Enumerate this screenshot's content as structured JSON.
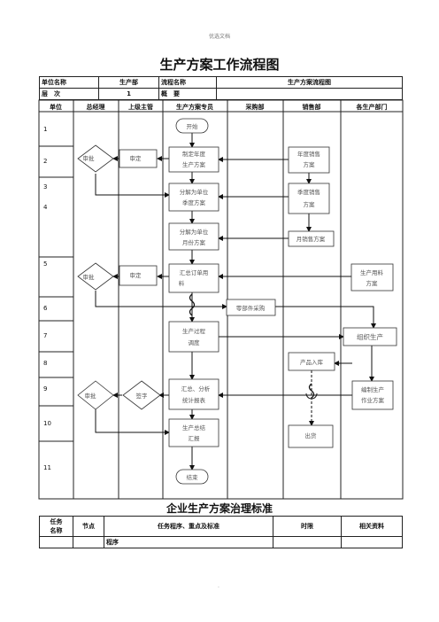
{
  "watermark": "优选文档",
  "title": "生产方案工作流程图",
  "header": {
    "unit_label": "单位名称",
    "unit_value": "生产部",
    "process_label": "流程名称",
    "process_value": "生产方案流程图",
    "level_label": "层　次",
    "level_value": "1",
    "overview_label": "概　要"
  },
  "columns": [
    "单位",
    "总经理",
    "上级主管",
    "生产方案专员",
    "采购部",
    "销售部",
    "各生产部门"
  ],
  "rows": [
    "1",
    "2",
    "3",
    "4",
    "5",
    "6",
    "7",
    "8",
    "9",
    "10",
    "11"
  ],
  "nodes": {
    "start": "开始",
    "approve1": "审批",
    "review1": "审定",
    "annual_plan_l1": "制定年度",
    "annual_plan_l2": "生产方案",
    "annual_sales_l1": "年度销售",
    "annual_sales_l2": "方案",
    "quarter_split_l1": "分解为单位",
    "quarter_split_l2": "季度方案",
    "quarter_sales_l1": "季度销售",
    "quarter_sales_l2": "方案",
    "month_split_l1": "分解为单位",
    "month_split_l2": "月份方案",
    "month_sales": "月销售方案",
    "approve2": "审批",
    "review2": "审定",
    "summary_l1": "汇总订单用",
    "summary_l2": "料",
    "prod_material_l1": "生产用料",
    "prod_material_l2": "方案",
    "parts_purchase": "零部件采购",
    "process_l1": "生产过程",
    "process_l2": "调度",
    "organize": "组织生产",
    "warehouse": "产品入库",
    "approve3": "审批",
    "sign": "签字",
    "analysis_l1": "汇总、分析",
    "analysis_l2": "统计报表",
    "dept_plan_l1": "编制生产",
    "dept_plan_l2": "作业方案",
    "final_l1": "生产总结",
    "final_l2": "汇报",
    "shipping": "出货",
    "end": "结束"
  },
  "standard_title": "企业生产方案治理标准",
  "standard_table": {
    "task_label_l1": "任务",
    "task_label_l2": "名称",
    "node_label": "节点",
    "procedure_label": "任务程序、重点及标准",
    "time_label": "时限",
    "ref_label": "相关资料",
    "procedure_row": "程序"
  },
  "footer_mark": "·"
}
